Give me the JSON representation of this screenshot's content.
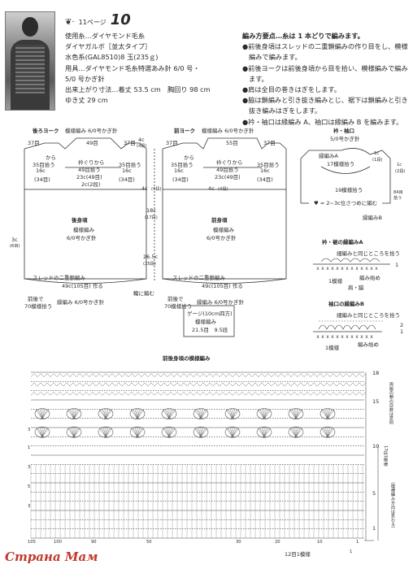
{
  "header": {
    "ornament": "❦·",
    "page_ref": "11ページ",
    "pattern_no": "10"
  },
  "materials": [
    "使用糸…ダイヤモンド毛糸",
    "ダイヤガルボ［並太タイプ］",
    "水色系(GAL8510)8 玉(235ｇ)",
    "用具…ダイヤモンド毛糸特選あみ針 6/0 号・",
    "5/0 号かぎ針",
    "出来上がり寸法…着丈 53.5 cm　胸回り 98 cm",
    "ゆき丈 29 cm"
  ],
  "instructions": {
    "title": "編み方要点…糸は 1 本どりで編みます。",
    "items": [
      "●前後身頃はスレッドの二重鎖編みの作り目をし、模様",
      "編みで編みます。",
      "●前後ヨークは前後身頃から目を拾い、模様編みで編み",
      "ます。",
      "●肩は全目の巻きはぎをします。",
      "●脇は鎖編みと引き抜き編みとじ、裾下は鎖編みと引き",
      "抜き編みはぎをします。",
      "●衿・袖口は縁編み A、袖口は縁編み B を編みます。"
    ]
  },
  "back": {
    "yoke_label": "後ろヨーク",
    "yoke_pattern": "模様編み 6/0号かぎ針",
    "w_37a": "37目",
    "w_49": "49目",
    "w_37b": "37目",
    "pick_left": "から",
    "left_a": "35目拾う",
    "left_b": "16c",
    "left_c": "(34目)",
    "mid_a": "衿ぐりから",
    "mid_b": "49目拾う",
    "mid_c": "23c(49目)",
    "mid_d": "2c(2段)",
    "right_a": "35目拾う",
    "right_b": "16c",
    "right_c": "(34目)",
    "depth": "4c",
    "depth2": "(4段)",
    "name": "後身頃",
    "pattern": "模様編み",
    "hook": "6/0号かぎ針",
    "side_a": "3c",
    "side_b": "(6目)",
    "thread": "スレッドの二重鎖編み",
    "base": "49c(105目) 作る",
    "bottom_a": "前後で",
    "bottom_b": "70模様拾う",
    "edging": "縁編み 6/0号かぎ針"
  },
  "front": {
    "yoke_label": "前ヨーク",
    "yoke_pattern": "模様編み 6/0号かぎ針",
    "w_37a": "37目",
    "w_55": "55目",
    "w_37b": "37目",
    "pick_left": "から",
    "left_a": "35目拾う",
    "left_b": "16c",
    "left_c": "(34目)",
    "mid_a": "衿ぐりから",
    "mid_b": "49目拾う",
    "mid_c": "23c(49目)",
    "right_a": "35目拾う",
    "right_b": "16c",
    "right_c": "(34目)",
    "depth": "4c",
    "depth2": "(4段)",
    "name": "前身頃",
    "pattern": "模様編み",
    "hook": "6/0号かぎ針",
    "thread": "スレッドの二重鎖編み",
    "base": "49c(105目) 作る",
    "bottom_a": "前後で",
    "bottom_b": "70模様拾う",
    "edging": "縁編み 6/0号かぎ針"
  },
  "measures": {
    "h18": "18c",
    "h18r": "(17段)",
    "h265": "26.5c",
    "h265r": "(25段)",
    "ring": "輪に編む",
    "depth": "4c",
    "depth2": "(4段)"
  },
  "gauge": {
    "title": "ゲージ(10cm四方)",
    "pattern": "模様編み",
    "values": "21.5目　9.5段"
  },
  "collar": {
    "title": "衿・袖口",
    "hook": "5/0号かぎ針",
    "edge_a": "縁編みA",
    "pick": "17模様拾う",
    "pick19": "19模様拾う",
    "note": "♥ = 2~3c位さつめに編む",
    "edge_b": "縁編みB",
    "r1c": "1c",
    "r1r": "(1段)",
    "r2a": "1c",
    "r2b": "(2段)",
    "r84": "84目",
    "r84b": "拾う"
  },
  "edging_a": {
    "title": "衿・裾の縁編みA",
    "note": "細編みと同じところを拾う",
    "unit": "1模様",
    "start": "編み始め",
    "shoulder": "肩・脇",
    "row1": "1"
  },
  "edging_b": {
    "title": "袖口の縁編みB",
    "note": "細編みと同じところを拾う",
    "unit": "1模様",
    "start": "編み始め",
    "row1": "1",
    "row2": "2"
  },
  "chart": {
    "title": "前後身頃の模様編み",
    "side_note_1": "両脇の鎖の目数は変則",
    "side_note_2": "17段1模様",
    "side_note_3": "（模様編み方向は変わる）",
    "rows": [
      "18",
      "15",
      "10",
      "5",
      "1"
    ],
    "row_marks": [
      "3",
      "1",
      "3",
      "5",
      "3"
    ],
    "bottom_ticks": [
      "105",
      "100",
      "90",
      "50",
      "30",
      "20",
      "10",
      "1"
    ],
    "unit": "12目1模様",
    "col_mark": "1"
  },
  "watermark": "Страна Мам"
}
